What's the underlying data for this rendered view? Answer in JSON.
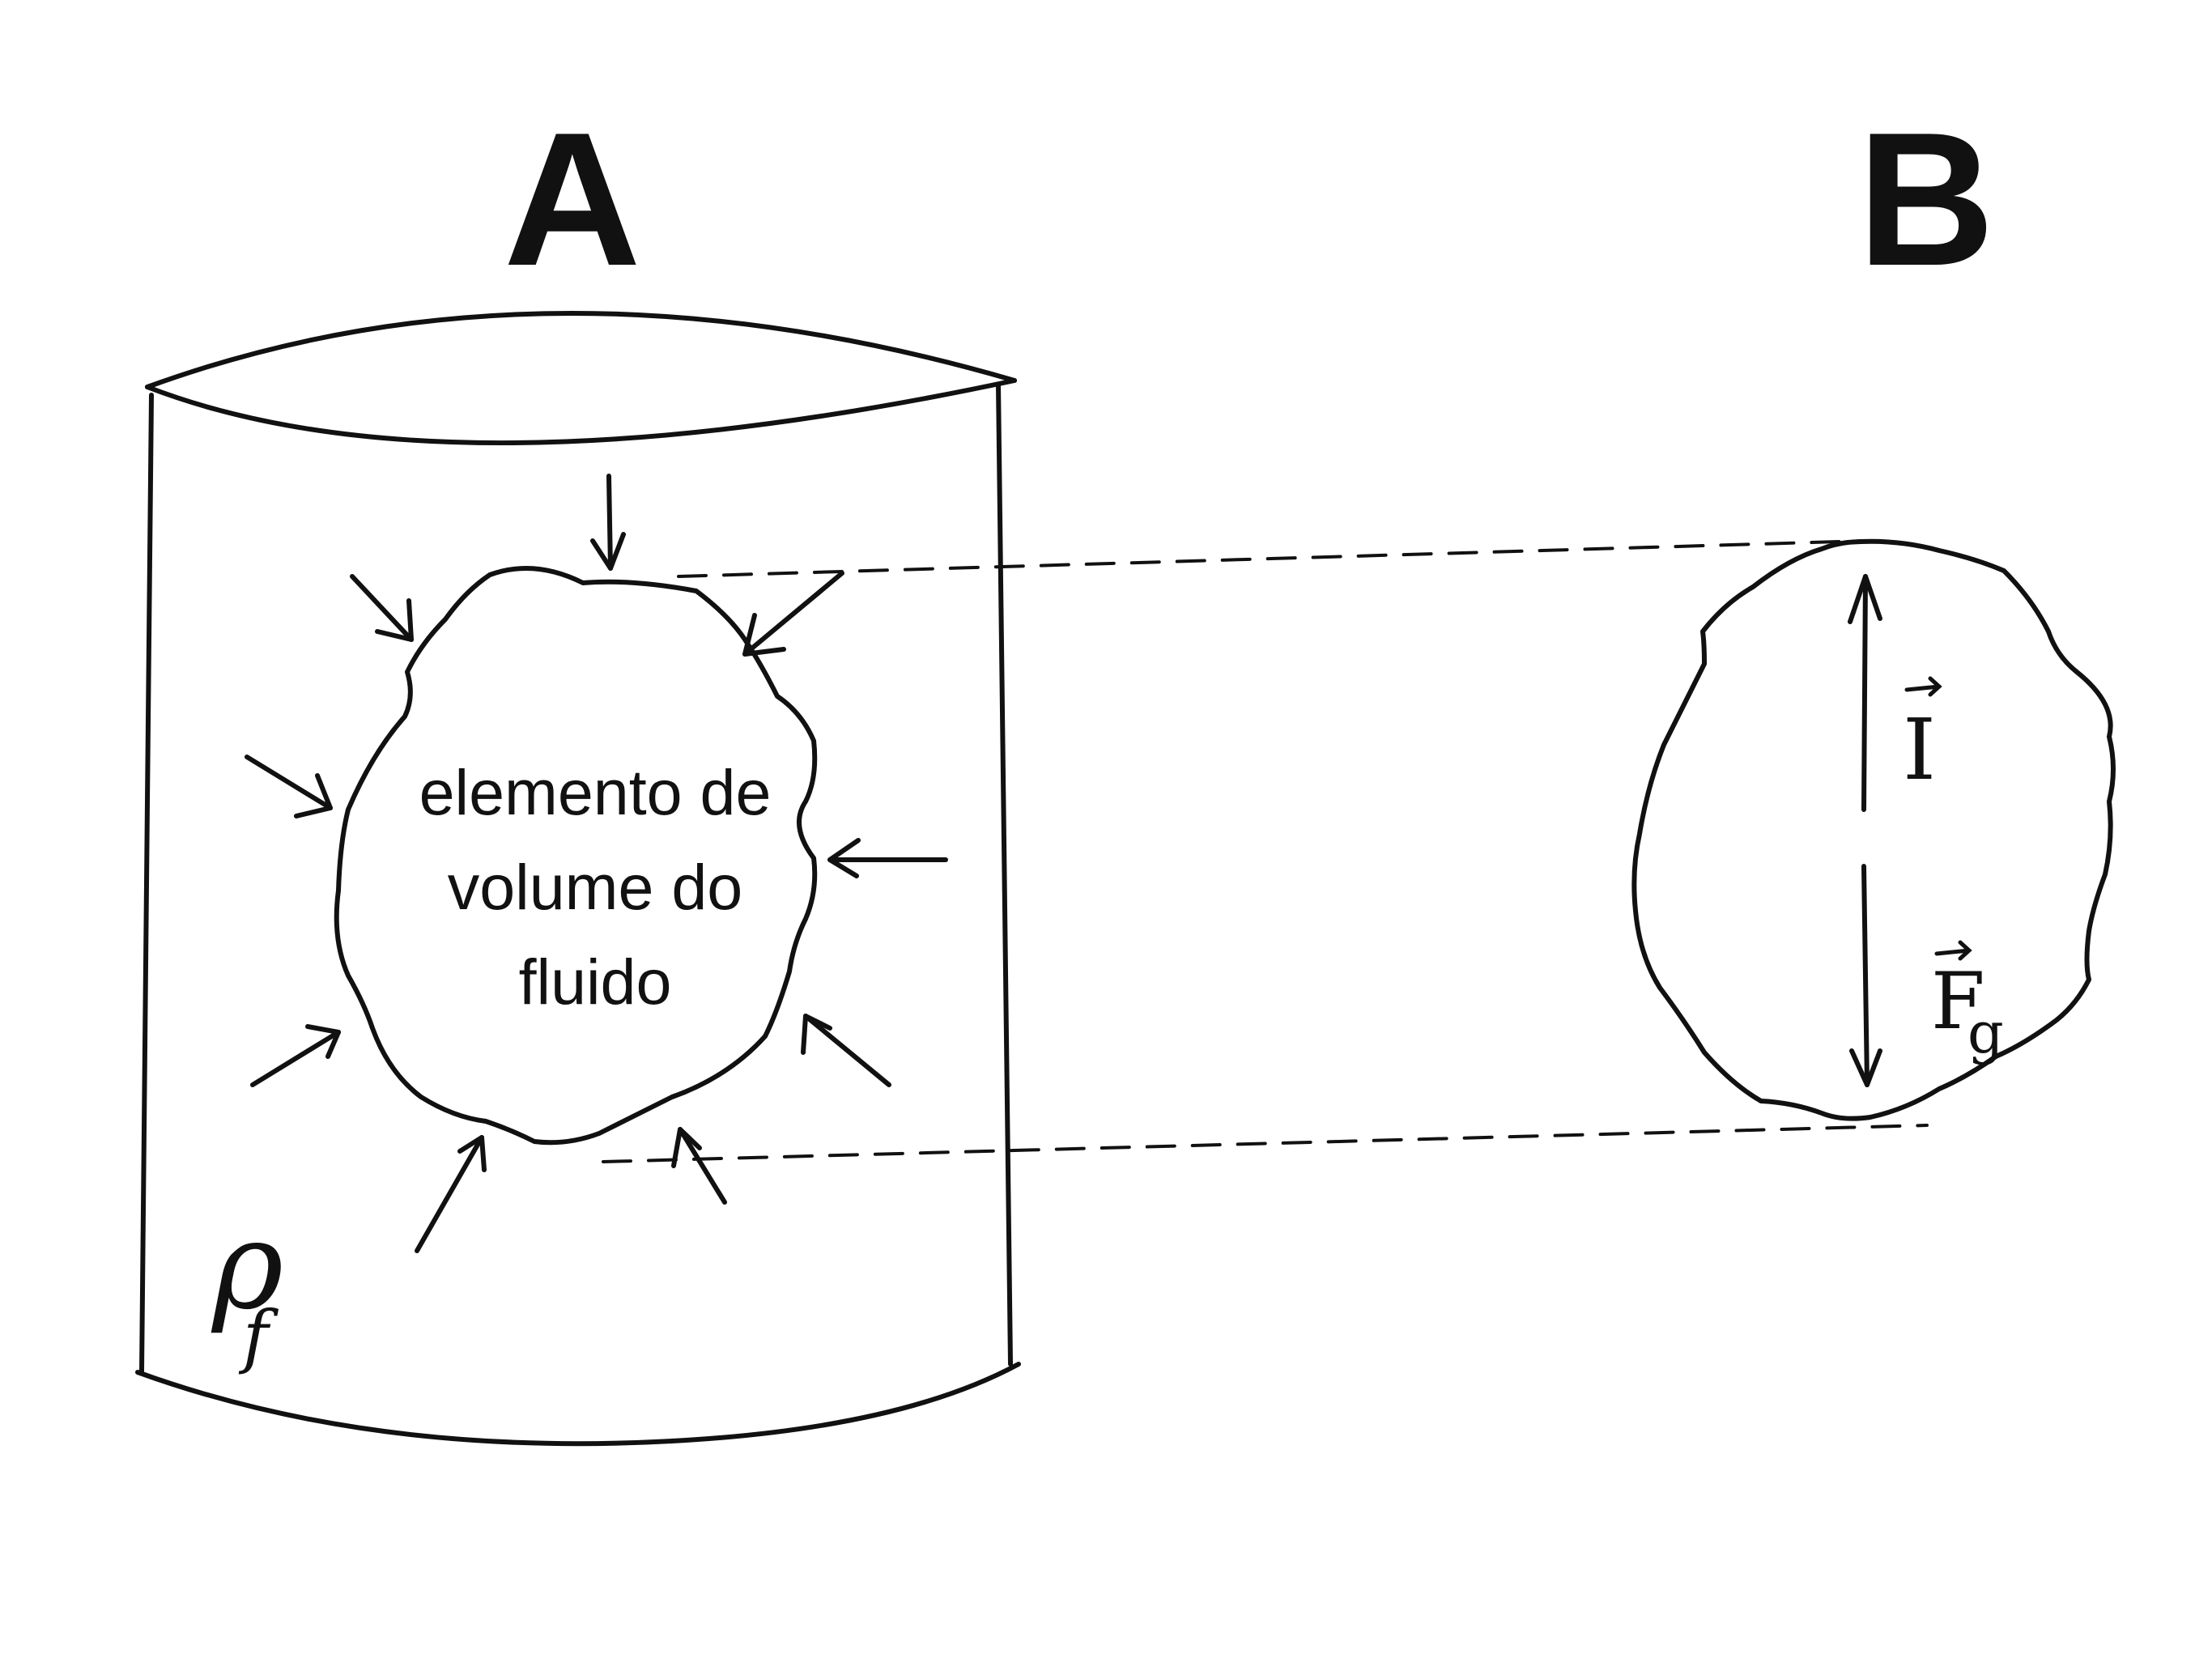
{
  "panels": {
    "a": "A",
    "b": "B"
  },
  "element_label": {
    "line1": "elemento de",
    "line2": "volume do",
    "line3": "fluido"
  },
  "density_symbol": {
    "base": "ρ",
    "subscript": "f"
  },
  "forces": {
    "buoyancy": {
      "symbol": "I",
      "arrow": "⃗"
    },
    "weight": {
      "base": "F",
      "subscript": "g",
      "arrow": "⃗"
    }
  },
  "colors": {
    "ink": "#111111",
    "background": "#ffffff"
  }
}
